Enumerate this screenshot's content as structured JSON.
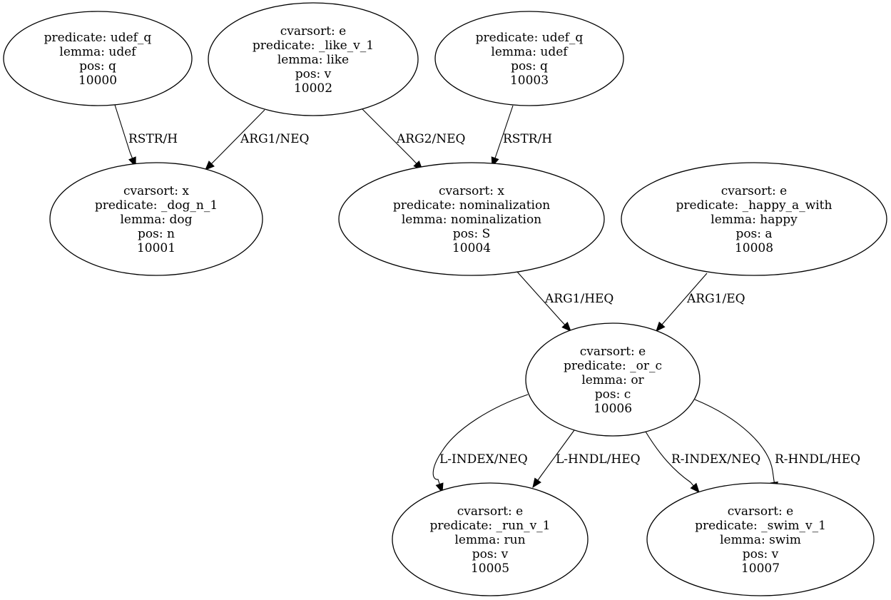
{
  "nodes": [
    {
      "id": "10000",
      "lines": [
        "predicate: udef_q",
        "lemma: udef",
        "pos: q",
        "10000"
      ]
    },
    {
      "id": "10002",
      "lines": [
        "cvarsort: e",
        "predicate: _like_v_1",
        "lemma: like",
        "pos: v",
        "10002"
      ]
    },
    {
      "id": "10003",
      "lines": [
        "predicate: udef_q",
        "lemma: udef",
        "pos: q",
        "10003"
      ]
    },
    {
      "id": "10001",
      "lines": [
        "cvarsort: x",
        "predicate: _dog_n_1",
        "lemma: dog",
        "pos: n",
        "10001"
      ]
    },
    {
      "id": "10004",
      "lines": [
        "cvarsort: x",
        "predicate: nominalization",
        "lemma: nominalization",
        "pos: S",
        "10004"
      ]
    },
    {
      "id": "10008",
      "lines": [
        "cvarsort: e",
        "predicate: _happy_a_with",
        "lemma: happy",
        "pos: a",
        "10008"
      ]
    },
    {
      "id": "10006",
      "lines": [
        "cvarsort: e",
        "predicate: _or_c",
        "lemma: or",
        "pos: c",
        "10006"
      ]
    },
    {
      "id": "10005",
      "lines": [
        "cvarsort: e",
        "predicate: _run_v_1",
        "lemma: run",
        "pos: v",
        "10005"
      ]
    },
    {
      "id": "10007",
      "lines": [
        "cvarsort: e",
        "predicate: _swim_v_1",
        "lemma: swim",
        "pos: v",
        "10007"
      ]
    }
  ],
  "edges": [
    {
      "from": "10000",
      "to": "10001",
      "label": "RSTR/H"
    },
    {
      "from": "10002",
      "to": "10001",
      "label": "ARG1/NEQ"
    },
    {
      "from": "10002",
      "to": "10004",
      "label": "ARG2/NEQ"
    },
    {
      "from": "10003",
      "to": "10004",
      "label": "RSTR/H"
    },
    {
      "from": "10004",
      "to": "10006",
      "label": "ARG1/HEQ"
    },
    {
      "from": "10008",
      "to": "10006",
      "label": "ARG1/EQ"
    },
    {
      "from": "10006",
      "to": "10005",
      "label": "L-INDEX/NEQ"
    },
    {
      "from": "10006",
      "to": "10005",
      "label": "L-HNDL/HEQ"
    },
    {
      "from": "10006",
      "to": "10007",
      "label": "R-INDEX/NEQ"
    },
    {
      "from": "10006",
      "to": "10007",
      "label": "R-HNDL/HEQ"
    }
  ]
}
